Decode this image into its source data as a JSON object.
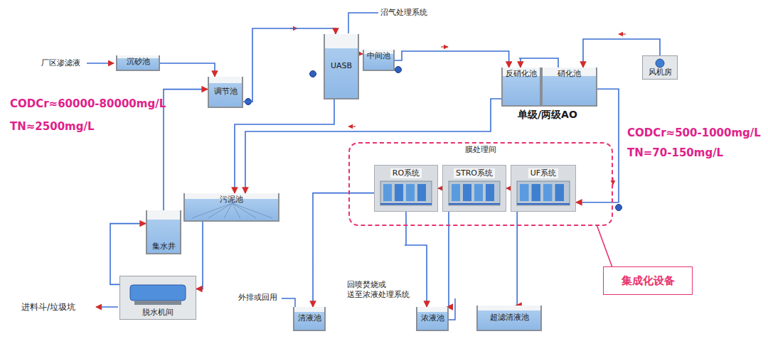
{
  "diagram": {
    "nodes": [
      {
        "text": [
          "沉砂池"
        ]
      },
      {
        "text": [
          "调节池"
        ]
      },
      {
        "text": [
          "UASB"
        ]
      },
      {
        "text": [
          "中间池"
        ]
      },
      {
        "text": [
          "反硝化池"
        ]
      },
      {
        "text": [
          "硝化池"
        ]
      },
      {
        "text": [
          "风机房"
        ]
      },
      {
        "text": [
          "膜处理间"
        ]
      },
      {
        "text": [
          "RO系统"
        ],
        "in": 7
      },
      {
        "text": [
          "STRO系统"
        ],
        "in": 7
      },
      {
        "text": [
          "UF系统"
        ],
        "in": 7
      },
      {
        "text": [
          "污泥池"
        ]
      },
      {
        "text": [
          "集水井"
        ]
      },
      {
        "text": [
          "脱水机间"
        ]
      },
      {
        "text": [
          "清液池"
        ]
      },
      {
        "text": [
          "浓液池"
        ]
      },
      {
        "text": [
          "超滤清液池"
        ]
      },
      {
        "text": [
          "集成化设备"
        ]
      }
    ],
    "edges": [
      {
        "from": 0,
        "to": 1,
        "arrow": "to"
      },
      {
        "from": 1,
        "to": 2,
        "arrow": "to"
      },
      {
        "from": 2,
        "to": 3,
        "arrow": "to"
      },
      {
        "from": 3,
        "to": 4,
        "arrow": "to"
      },
      {
        "from": 5,
        "to": 4,
        "arrow": "to"
      },
      {
        "from": 6,
        "to": 5,
        "arrow": "to"
      },
      {
        "from": 5,
        "to": 10,
        "arrow": "to"
      },
      {
        "from": 10,
        "to": 9,
        "arrow": "to"
      },
      {
        "from": 9,
        "to": 8,
        "arrow": "to"
      },
      {
        "from": 8,
        "to": 14,
        "arrow": "to"
      },
      {
        "from": 9,
        "to": 15,
        "arrow": "to"
      },
      {
        "from": 8,
        "to": 15,
        "arrow": "to"
      },
      {
        "from": 10,
        "to": 16,
        "arrow": "to"
      },
      {
        "from": 2,
        "to": 11,
        "arrow": "to"
      },
      {
        "from": 4,
        "to": 11,
        "arrow": "to"
      },
      {
        "from": 11,
        "to": 13,
        "arrow": "to"
      },
      {
        "from": 13,
        "to": 12,
        "arrow": "to"
      },
      {
        "from": 12,
        "to": 1,
        "arrow": "to"
      },
      {
        "from": 17,
        "to": 7,
        "arrow": "none"
      }
    ],
    "labels": [
      "厂区渗滤液",
      "沼气处理系统",
      "CODCr≈60000-80000mg/L",
      "TN≈2500mg/L",
      "单级/两级AO",
      "CODCr≈500-1000mg/L",
      "TN=70-150mg/L",
      "外排或回用",
      "回喷焚烧或 送至浓液处理系统",
      "进料斗/垃圾坑"
    ]
  }
}
